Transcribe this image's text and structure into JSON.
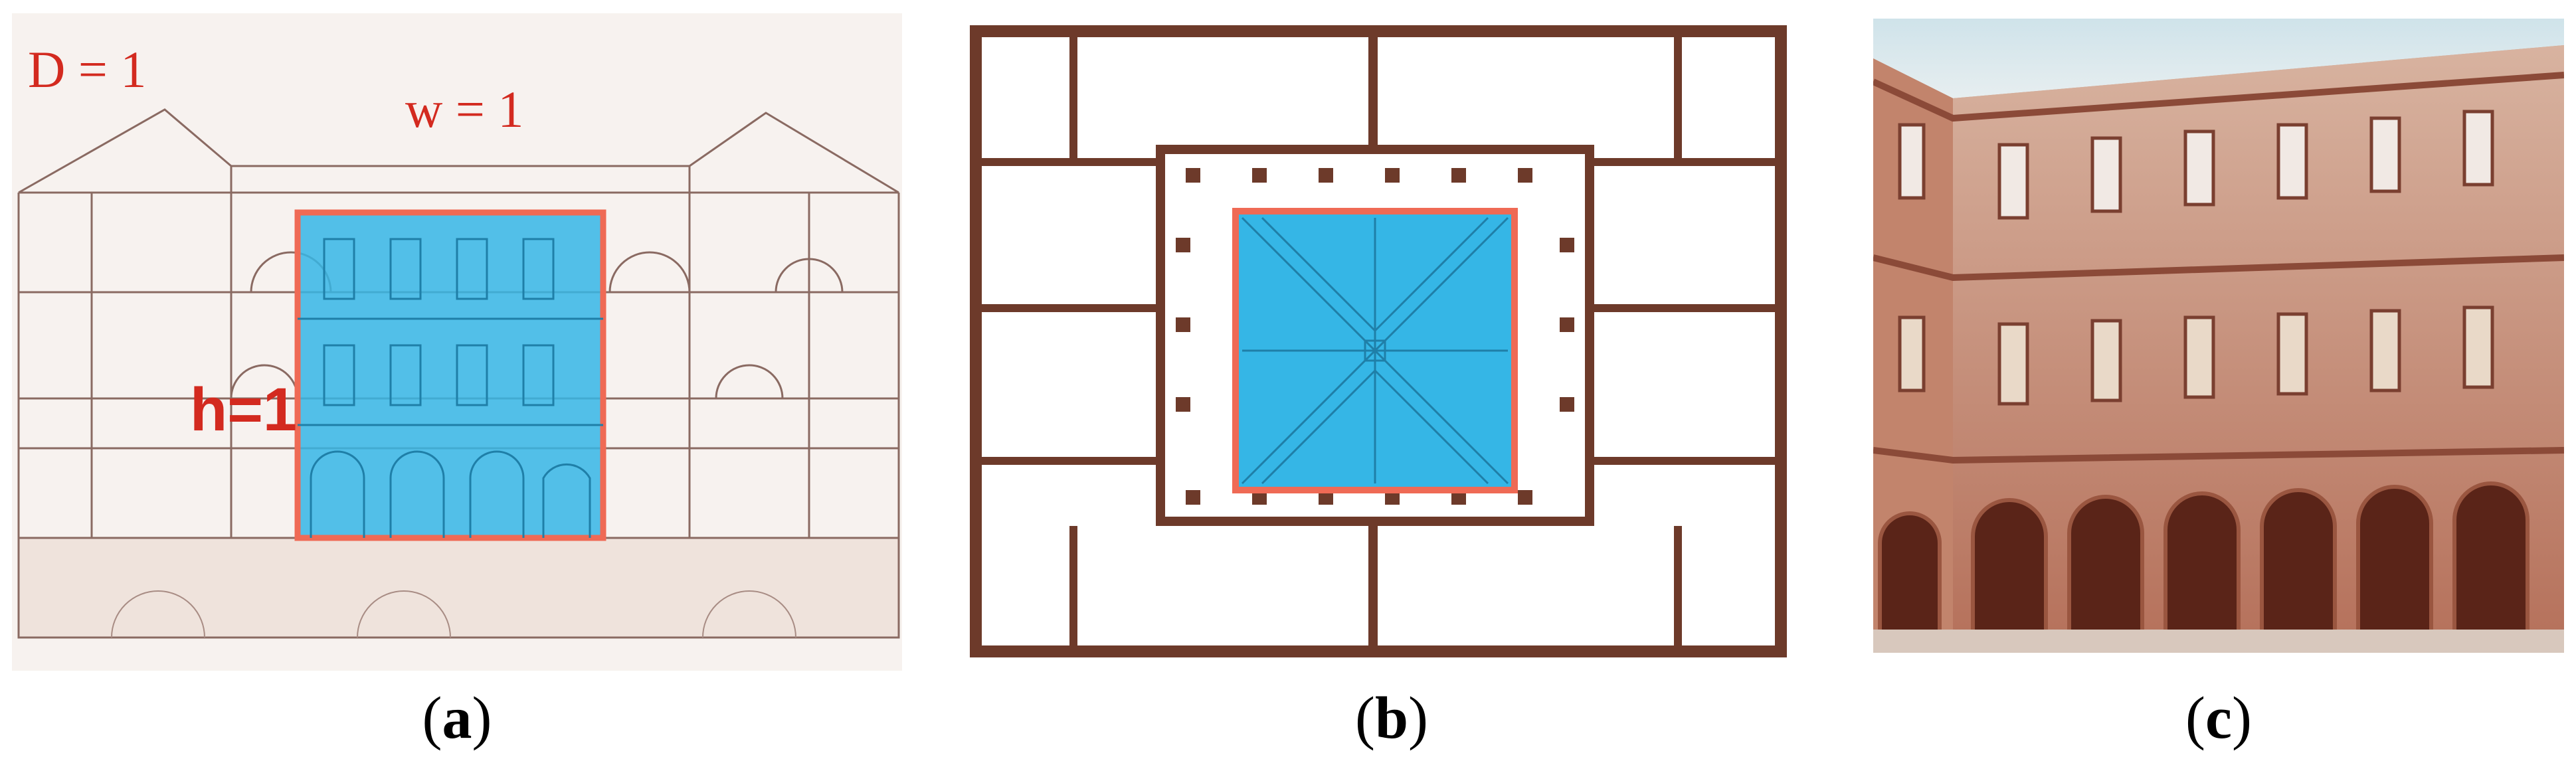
{
  "panels": [
    {
      "id": "a",
      "caption_open": "(",
      "caption_letter": "a",
      "caption_close": ")",
      "labels": {
        "depth": "D = 1",
        "width": "w = 1",
        "height": "h=1"
      }
    },
    {
      "id": "b",
      "caption_open": "(",
      "caption_letter": "b",
      "caption_close": ")"
    },
    {
      "id": "c",
      "caption_open": "(",
      "caption_letter": "c",
      "caption_close": ")"
    }
  ],
  "colors": {
    "courtyard_fill": "#35b6e6",
    "courtyard_outline": "#ef6a55",
    "annotation_text": "#d32a1f",
    "plan_walls": "#6d3a2a",
    "section_lines": "#8a6a62",
    "facade_stone": "#c98a72"
  }
}
